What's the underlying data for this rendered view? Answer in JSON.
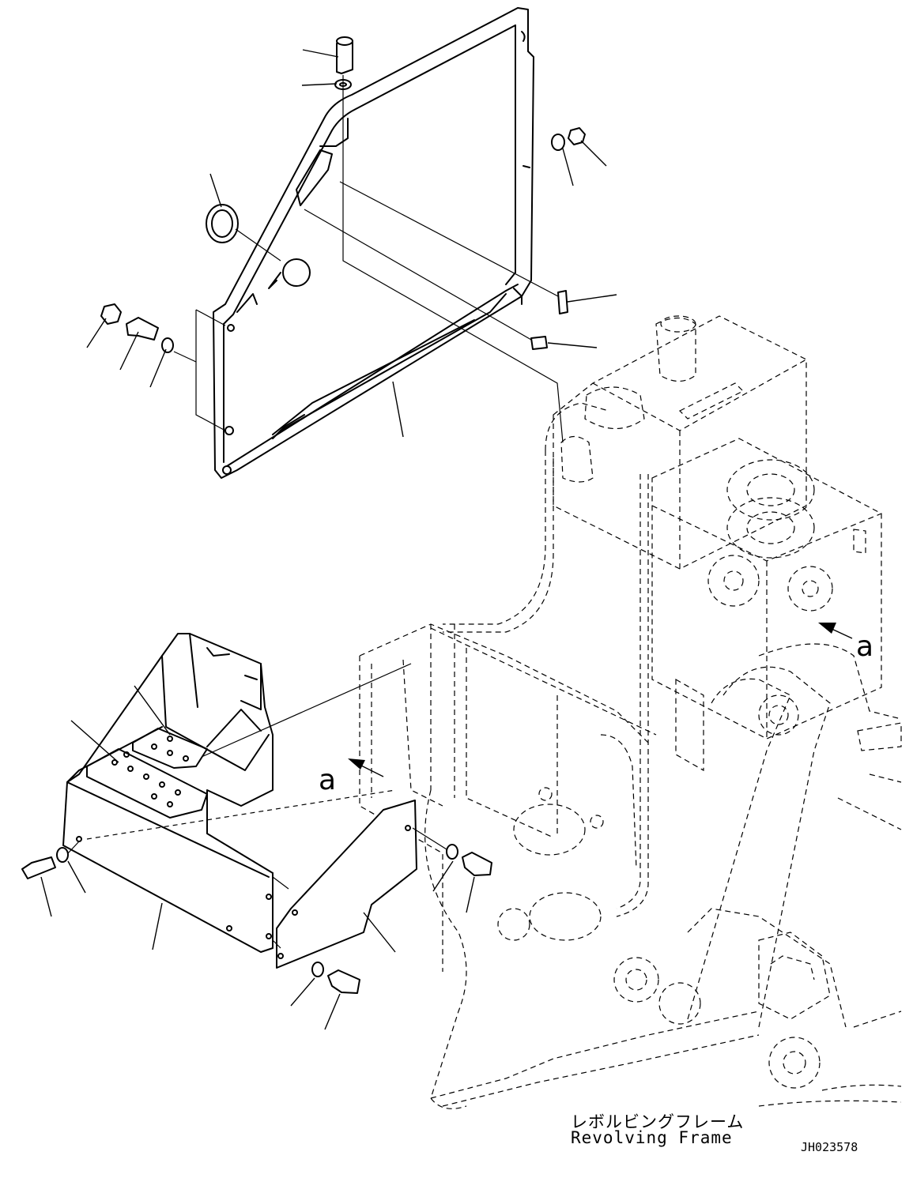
{
  "labels": {
    "frame_jp": "レボルビングフレーム",
    "frame_en": "Revolving Frame",
    "drawing_id": "JH023578",
    "view_marker": "a"
  },
  "icons": {
    "view_arrow": "arrow-icon"
  },
  "colors": {
    "line": "#000000",
    "background": "#ffffff"
  }
}
